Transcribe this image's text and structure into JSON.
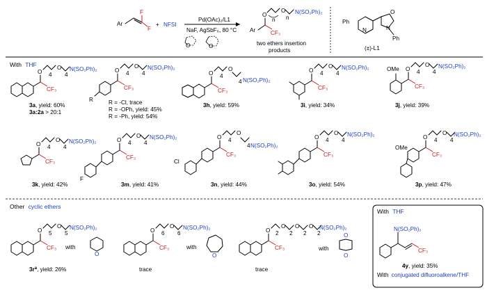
{
  "header": {
    "reactant_ar": "Ar",
    "f1": "F",
    "f2": "F",
    "plus": "+",
    "nfsi": "NFSI",
    "catalyst": "Pd(OAc)₂/L1",
    "additives": "NaF, AgSbF₆, 80 °C",
    "product_chain": "N(SO₂Ph)₂",
    "product_o": "O",
    "product_n": "n",
    "product_ar": "Ar",
    "product_cf3": "CF₃",
    "caption_line1": "two ethers insertion",
    "caption_line2": "products",
    "ether_o": "O",
    "ligand_ph1": "Ph",
    "ligand_n1": "N",
    "ligand_n2": "N",
    "ligand_o": "O",
    "ligand_ph2": "Ph",
    "ligand_label": "(±)-L1"
  },
  "section1": {
    "prefix": "With",
    "solvent": "THF",
    "items": [
      {
        "id": "3a",
        "text": ", yield: 60%",
        "extra_id": "3a:2a",
        "extra": " > 20:1",
        "chain": "N(SO₂Ph)₂",
        "idx": "4"
      },
      {
        "id": "",
        "r_label": "R",
        "r_lines": [
          "R = -Cl, trace",
          "R = -OPh, yield: 45%",
          "R = -Ph, yield: 54%"
        ],
        "chain": "N(SO₂Ph)₂",
        "idx": "4"
      },
      {
        "id": "3h",
        "text": ", yield: 59%",
        "chain": "N(SO₂Ph)₂",
        "idx": "4"
      },
      {
        "id": "3i",
        "text": ", yield: 34%",
        "chain": "N(SO₂Ph)₂",
        "idx": "4"
      },
      {
        "id": "3j",
        "text": ", yield: 39%",
        "chain": "N(SO₂Ph)₂",
        "idx": "4",
        "ome": "OMe"
      }
    ],
    "row2": [
      {
        "id": "3k",
        "text": ", yield: 42%",
        "chain": "N(SO₂Ph)₂",
        "idx": "4"
      },
      {
        "id": "3m",
        "text": ", yield: 41%",
        "chain": "N(SO₂Ph)₂",
        "idx": "4",
        "sub": "F"
      },
      {
        "id": "3n",
        "text": ", yield: 44%",
        "chain": "N(SO₂Ph)₂",
        "idx": "4",
        "sub": "Cl"
      },
      {
        "id": "3o",
        "text": ", yield: 54%",
        "chain": "N(SO₂Ph)₂",
        "idx": "4"
      },
      {
        "id": "3p",
        "text": ", yield: 47%",
        "chain": "N(SO₂Ph)₂",
        "idx": "4",
        "ome": "OMe"
      }
    ]
  },
  "section2": {
    "prefix": "Other",
    "label": "cyclic ethers",
    "items": [
      {
        "id": "3r",
        "sup": "a",
        "text": ", yield: 26%",
        "chain": "N(SO₂Ph)₂",
        "idx": "5",
        "with": "with"
      },
      {
        "text": "trace",
        "chain": "N(SO₂Ph)₂",
        "idx": "6",
        "with": "with"
      },
      {
        "text": "trace",
        "idx2": "2",
        "chain": "N(SO₂Ph)₂",
        "with": "with"
      }
    ],
    "box": {
      "prefix": "With",
      "solvent": "THF",
      "chain": "N(SO₂Ph)₂",
      "cf3": "CF₃",
      "id": "4y",
      "text": ", yield: 35%",
      "note_prefix": "With",
      "note_link": "conjugated difluoroalkene/THF"
    }
  },
  "common": {
    "cf3": "CF₃",
    "o": "O"
  }
}
